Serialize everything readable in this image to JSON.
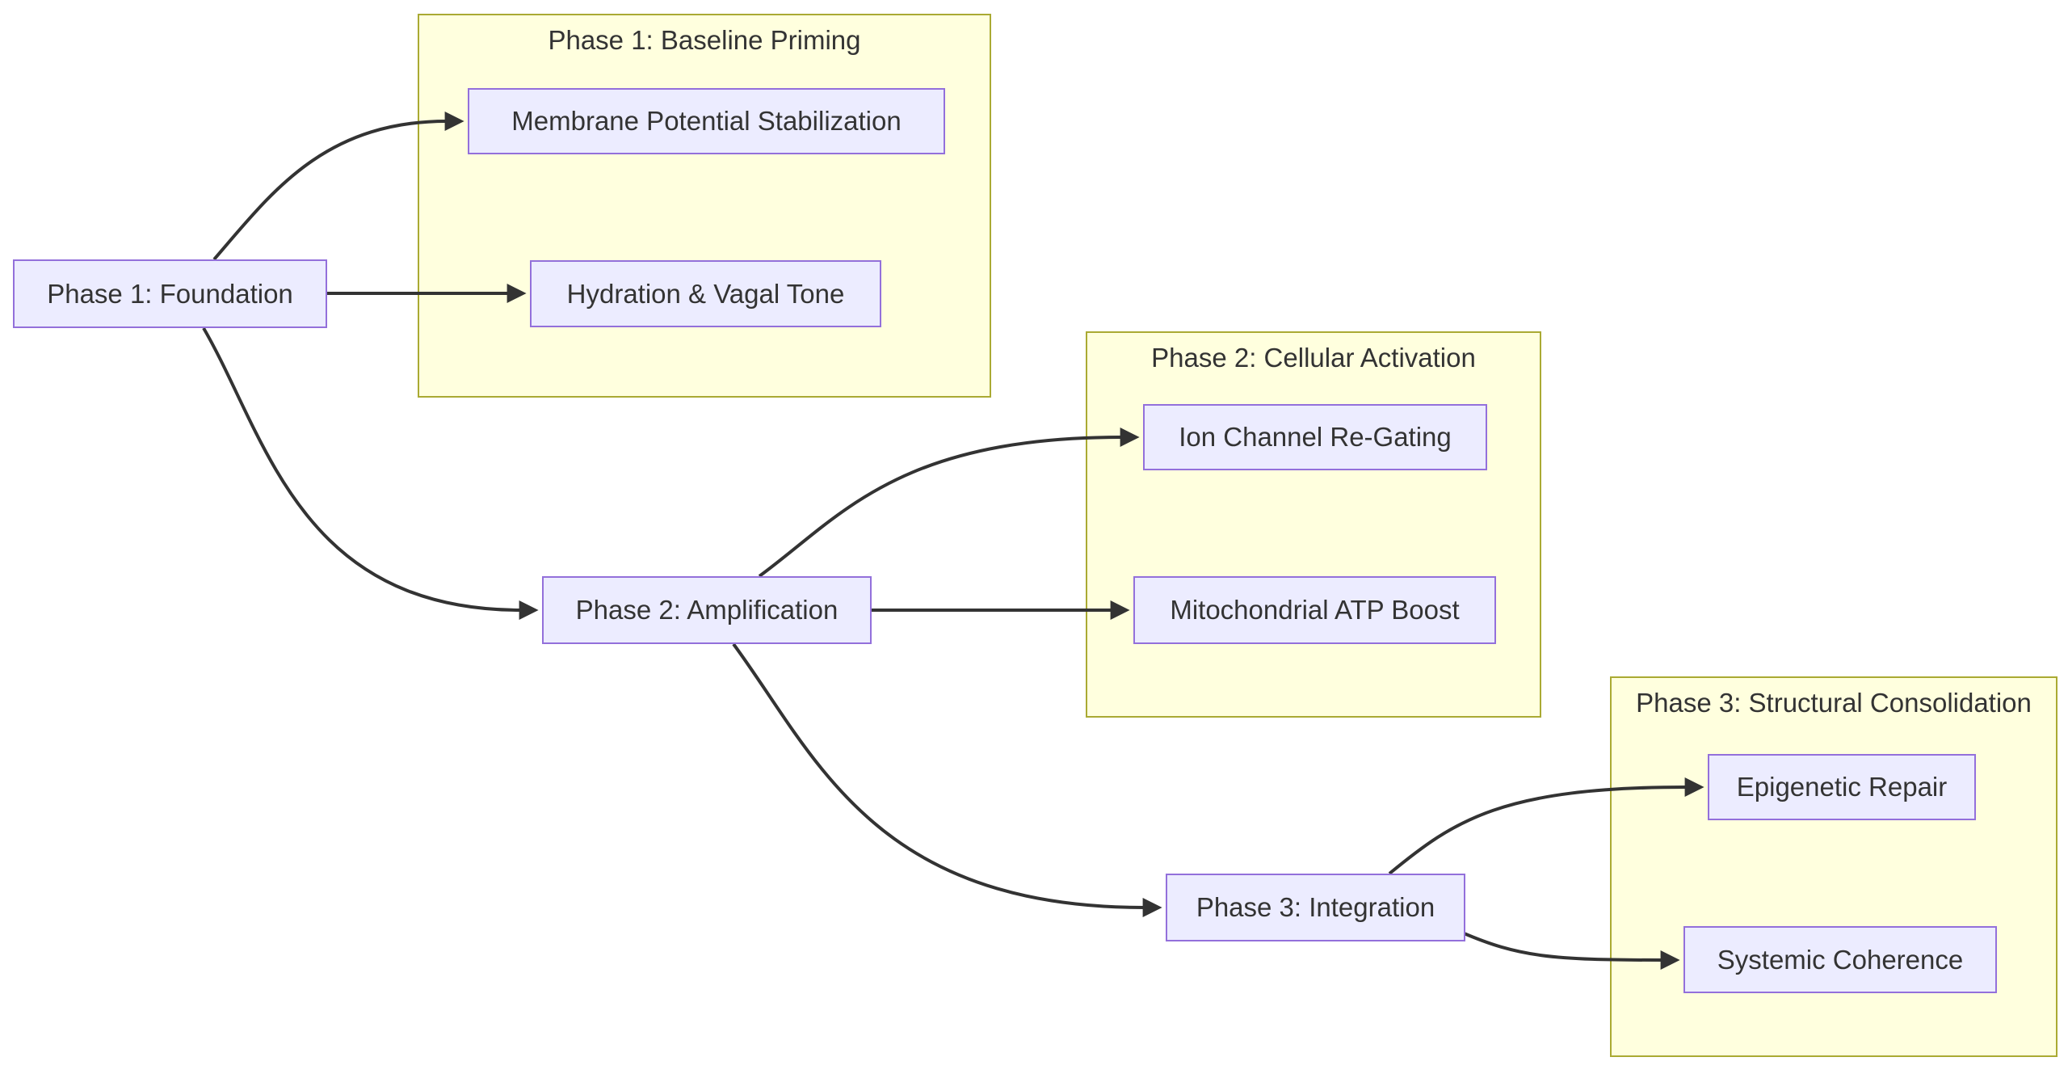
{
  "diagram": {
    "type": "flowchart",
    "direction": "left-to-right",
    "subgraphs": {
      "phase1": {
        "title": "Phase 1: Baseline Priming"
      },
      "phase2": {
        "title": "Phase 2: Cellular Activation"
      },
      "phase3": {
        "title": "Phase 3: Structural Consolidation"
      }
    },
    "nodes": {
      "foundation": {
        "label": "Phase 1: Foundation"
      },
      "membrane": {
        "label": "Membrane Potential Stabilization"
      },
      "hydration": {
        "label": "Hydration & Vagal Tone"
      },
      "amplification": {
        "label": "Phase 2: Amplification"
      },
      "ion_channel": {
        "label": "Ion Channel Re-Gating"
      },
      "mitochondrial": {
        "label": "Mitochondrial ATP Boost"
      },
      "integration": {
        "label": "Phase 3: Integration"
      },
      "epigenetic": {
        "label": "Epigenetic Repair"
      },
      "systemic": {
        "label": "Systemic Coherence"
      }
    },
    "edges": [
      {
        "from": "Phase 1: Foundation",
        "to": "Membrane Potential Stabilization"
      },
      {
        "from": "Phase 1: Foundation",
        "to": "Hydration & Vagal Tone"
      },
      {
        "from": "Phase 1: Foundation",
        "to": "Phase 2: Amplification"
      },
      {
        "from": "Phase 2: Amplification",
        "to": "Ion Channel Re-Gating"
      },
      {
        "from": "Phase 2: Amplification",
        "to": "Mitochondrial ATP Boost"
      },
      {
        "from": "Phase 2: Amplification",
        "to": "Phase 3: Integration"
      },
      {
        "from": "Phase 3: Integration",
        "to": "Epigenetic Repair"
      },
      {
        "from": "Phase 3: Integration",
        "to": "Systemic Coherence"
      }
    ],
    "colors": {
      "node_fill": "#ececff",
      "node_border": "#9370db",
      "subgraph_fill": "#ffffde",
      "subgraph_border": "#aaaa33",
      "edge": "#333333",
      "text": "#333333",
      "background": "#ffffff"
    }
  }
}
